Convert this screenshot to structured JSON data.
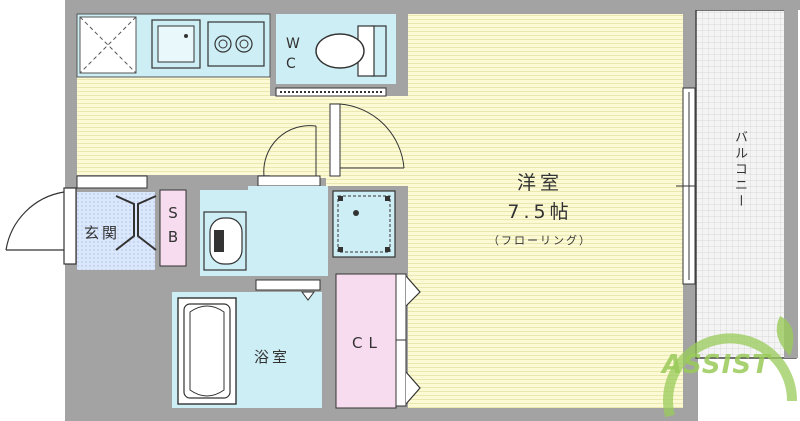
{
  "rooms": {
    "western_room": {
      "name": "洋室",
      "size": "7.5帖",
      "flooring": "（フローリング）"
    },
    "balcony": "バルコニー",
    "wc": "WC",
    "entrance": "玄関",
    "shoe_box": "SB",
    "bathroom": "浴室",
    "closet": "CL"
  },
  "logo": {
    "text": "ASSIST"
  },
  "colors": {
    "room_yellow": "#fbfad4",
    "wet_blue": "#cdeef5",
    "storage_pink": "#f7dcef",
    "entrance_blue": "#dbe7fb",
    "wall_grey": "#a3a3a3",
    "balcony_grid": "#e9e9e9",
    "logo_green": "#9acb5a"
  }
}
